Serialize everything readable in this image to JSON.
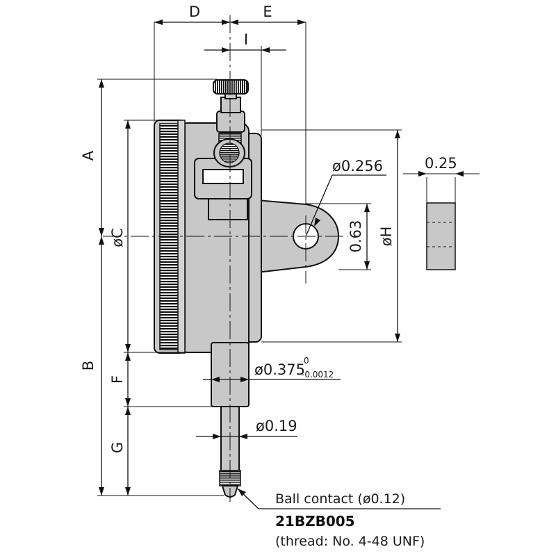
{
  "drawing": {
    "labels": {
      "D": "D",
      "E": "E",
      "I": "I",
      "A": "A",
      "B": "B",
      "C": "øC",
      "F": "F",
      "G": "G",
      "H": "øH",
      "lug_hole": "ø0.256",
      "lug_offset": "0.63",
      "lug_thickness": "0.25",
      "stem": "ø0.375",
      "stem_tol_upper": "0",
      "stem_tol_lower": "-0.0012",
      "spindle": "ø0.19"
    },
    "notes": {
      "ball_contact": "Ball contact (ø0.12)",
      "part_code": "21BZB005",
      "thread": "(thread: No. 4-48 UNF)"
    }
  }
}
